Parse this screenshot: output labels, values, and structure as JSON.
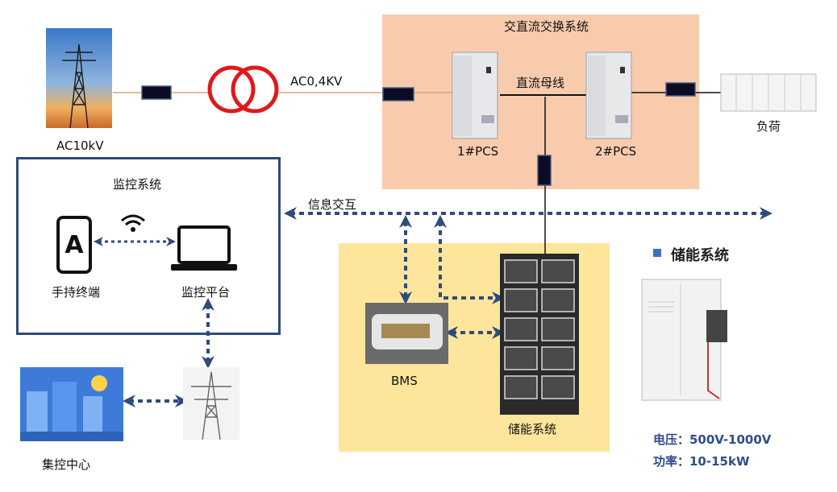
{
  "grid": {
    "label": "AC10kV"
  },
  "transformer": {
    "output_label": "AC0,4KV"
  },
  "ac_dc_system": {
    "title": "交直流交换系统",
    "pcs1_label": "1#PCS",
    "pcs2_label": "2#PCS",
    "dc_bus_label": "直流母线",
    "load_label": "负荷"
  },
  "monitoring": {
    "title": "监控系统",
    "handheld_label": "手持终端",
    "handheld_glyph": "A",
    "platform_label": "监控平台"
  },
  "info_exchange_label": "信息交互",
  "storage": {
    "bms_label": "BMS",
    "battery_label": "储能系统"
  },
  "control_center": {
    "label": "集控中心"
  },
  "product": {
    "title": "储能系统",
    "voltage": "电压：500V-1000V",
    "power": "功率：10-15kW"
  },
  "colors": {
    "accent_blue": "#2f4b7c",
    "ac_panel": "#f8cbad",
    "ess_panel": "#fde59b",
    "transformer_red": "#e0191c"
  }
}
